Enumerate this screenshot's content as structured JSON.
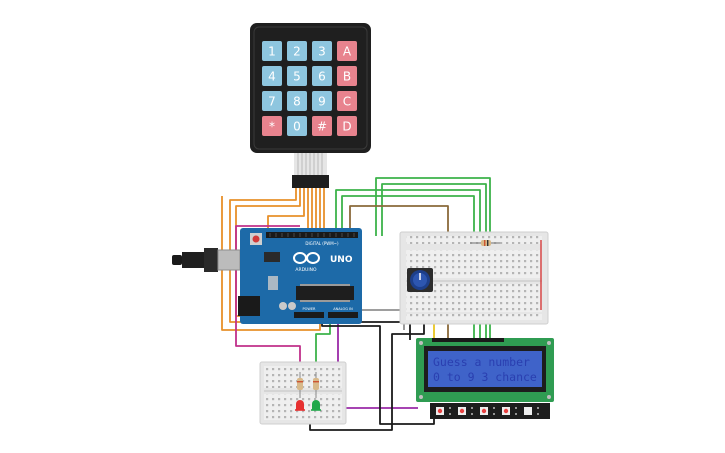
{
  "keypad": {
    "rows": [
      [
        {
          "label": "1",
          "kind": "num"
        },
        {
          "label": "2",
          "kind": "num"
        },
        {
          "label": "3",
          "kind": "num"
        },
        {
          "label": "A",
          "kind": "letter"
        }
      ],
      [
        {
          "label": "4",
          "kind": "num"
        },
        {
          "label": "5",
          "kind": "num"
        },
        {
          "label": "6",
          "kind": "num"
        },
        {
          "label": "B",
          "kind": "letter"
        }
      ],
      [
        {
          "label": "7",
          "kind": "num"
        },
        {
          "label": "8",
          "kind": "num"
        },
        {
          "label": "9",
          "kind": "num"
        },
        {
          "label": "C",
          "kind": "letter"
        }
      ],
      [
        {
          "label": "*",
          "kind": "letter"
        },
        {
          "label": "0",
          "kind": "num"
        },
        {
          "label": "#",
          "kind": "letter"
        },
        {
          "label": "D",
          "kind": "letter"
        }
      ]
    ],
    "colors": {
      "num": "#8ec6df",
      "letter": "#e8838e",
      "body": "#1f1f1f"
    }
  },
  "arduino": {
    "model": "UNO",
    "brand": "ARDUINO",
    "digital_label": "DIGITAL (PWM~)",
    "power_label": "POWER",
    "analog_label": "ANALOG IN",
    "board_color": "#1d6aa8"
  },
  "lcd": {
    "line1": "Guess a number",
    "line2": "0 to 9  3 chance",
    "screen_color": "#3f63c9",
    "bezel_color": "#2f9c52"
  },
  "leds": {
    "colors": [
      "#e63030",
      "#1fa84a"
    ]
  },
  "wires": {
    "colors": {
      "orange": "#e8902a",
      "green": "#3cb34a",
      "brown": "#8a6a3a",
      "black": "#1a1a1a",
      "purple": "#9a2aa8",
      "magenta": "#c0308a",
      "gray": "#909090",
      "yellow": "#e8c520"
    }
  }
}
